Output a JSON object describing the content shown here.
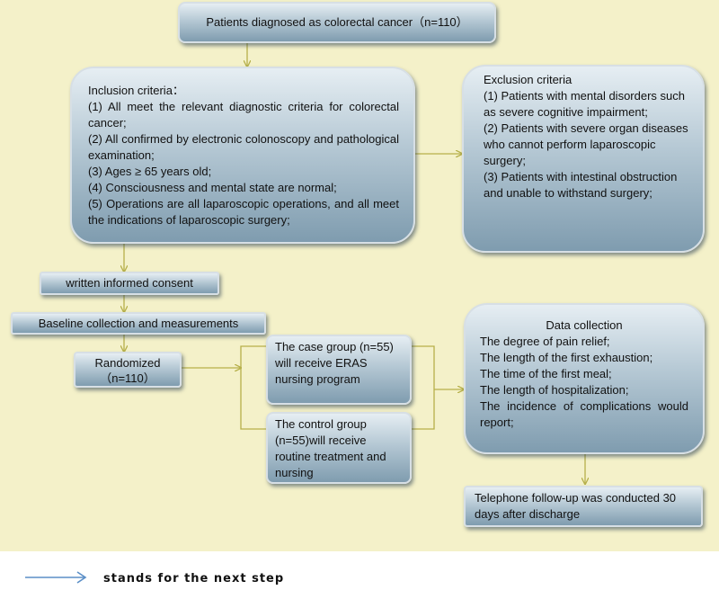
{
  "top_box": {
    "text": "Patients diagnosed as colorectal cancer（n=110）"
  },
  "inclusion": {
    "title": "Inclusion criteria：",
    "items": [
      "(1) All meet the relevant diagnostic criteria for colorectal cancer;",
      "(2) All confirmed by electronic colonoscopy and pathological examination;",
      "(3) Ages ≥ 65 years old;",
      "(4) Consciousness and mental state are normal;",
      "(5) Operations are all laparoscopic operations, and all meet the indications of laparoscopic surgery;"
    ]
  },
  "exclusion": {
    "title": "Exclusion criteria",
    "items": [
      "(1) Patients with mental disorders such as severe cognitive impairment;",
      "(2) Patients with severe organ diseases who cannot perform laparoscopic surgery;",
      "(3) Patients with intestinal obstruction and unable to withstand surgery;"
    ]
  },
  "consent": {
    "text": "written informed consent"
  },
  "baseline": {
    "text": "Baseline collection and measurements"
  },
  "randomized": {
    "line1": "Randomized",
    "line2": "（n=110）"
  },
  "case_group": {
    "text": "The case group (n=55) will receive ERAS nursing program"
  },
  "control_group": {
    "text": "The control group (n=55)will receive routine treatment and nursing"
  },
  "data_collection": {
    "title": "Data collection",
    "items": [
      "The degree of pain relief;",
      "The length of the first exhaustion;",
      "The time of the first meal;",
      "The length of hospitalization;",
      "The incidence of complications would report;"
    ]
  },
  "followup": {
    "text": "Telephone follow-up was conducted 30 days after discharge"
  },
  "legend": {
    "text": "stands for the next step"
  },
  "colors": {
    "panel": "#f4f1c9",
    "connector": "#b6b04a",
    "legend_arrow": "#5b8fc7"
  }
}
